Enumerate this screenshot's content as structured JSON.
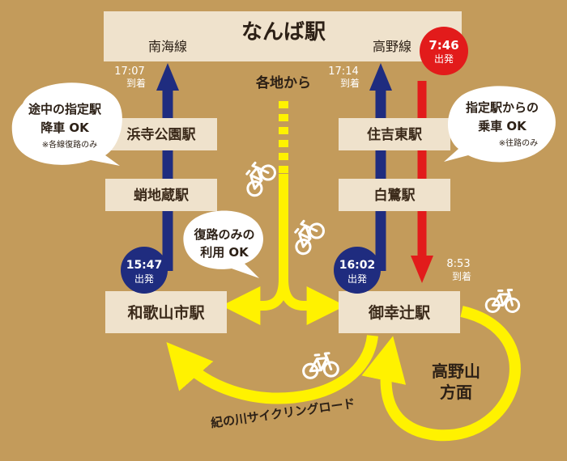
{
  "colors": {
    "background": "#c39b5b",
    "box": "#efe2cc",
    "blue_route": "#1f2c7f",
    "red_route": "#e21b1b",
    "yellow_route": "#fff200",
    "bubble": "#ffffff"
  },
  "header": {
    "title": "なんば駅",
    "line_left": "南海線",
    "line_right": "高野線"
  },
  "stations": {
    "left_1": "浜寺公園駅",
    "left_2": "蛸地蔵駅",
    "left_end": "和歌山市駅",
    "right_1": "住吉東駅",
    "right_2": "白鷺駅",
    "right_end": "御幸辻駅"
  },
  "center": {
    "from_label": "各地から"
  },
  "times": {
    "left_arrive_time": "17:07",
    "left_arrive_label": "到着",
    "left_depart_time": "15:47",
    "left_depart_label": "出発",
    "right_arrive_time": "17:14",
    "right_arrive_label": "到着",
    "right_depart_time": "16:02",
    "right_depart_label": "出発",
    "red_depart_time": "7:46",
    "red_depart_label": "出発",
    "red_arrive_time": "8:53",
    "red_arrive_label": "到着"
  },
  "bubbles": {
    "left_line1": "途中の指定駅",
    "left_line2": "降車 OK",
    "left_note": "※各線復路のみ",
    "right_line1": "指定駅からの",
    "right_line2": "乗車 OK",
    "right_note": "※往路のみ",
    "center_line1": "復路のみの",
    "center_line2": "利用 OK"
  },
  "destination": {
    "line1": "高野山",
    "line2": "方面"
  },
  "road": {
    "label": "紀の川サイクリングロード"
  },
  "icons": [
    "bicycle-icon"
  ]
}
